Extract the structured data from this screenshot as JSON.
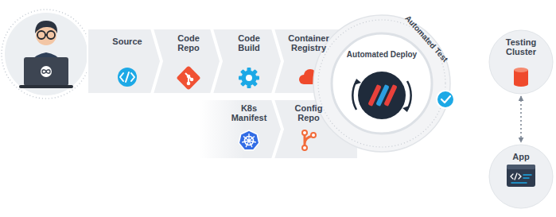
{
  "diagram": {
    "nodes": [
      {
        "text": [
          "Source"
        ]
      },
      {
        "text": [
          "Code Repo"
        ]
      },
      {
        "text": [
          "Code Build"
        ]
      },
      {
        "text": [
          "Container Registry"
        ]
      },
      {
        "text": [
          "K8s Manifest"
        ]
      },
      {
        "text": [
          "Config Repo"
        ]
      },
      {
        "text": [
          "Automated Test"
        ]
      },
      {
        "text": [
          "Automated Deploy"
        ],
        "in": 6
      },
      {
        "text": [
          "Testing Cluster"
        ]
      },
      {
        "text": [
          "App"
        ]
      }
    ],
    "edges": [
      {
        "from": 8,
        "to": 9,
        "arrow": "both"
      }
    ]
  }
}
